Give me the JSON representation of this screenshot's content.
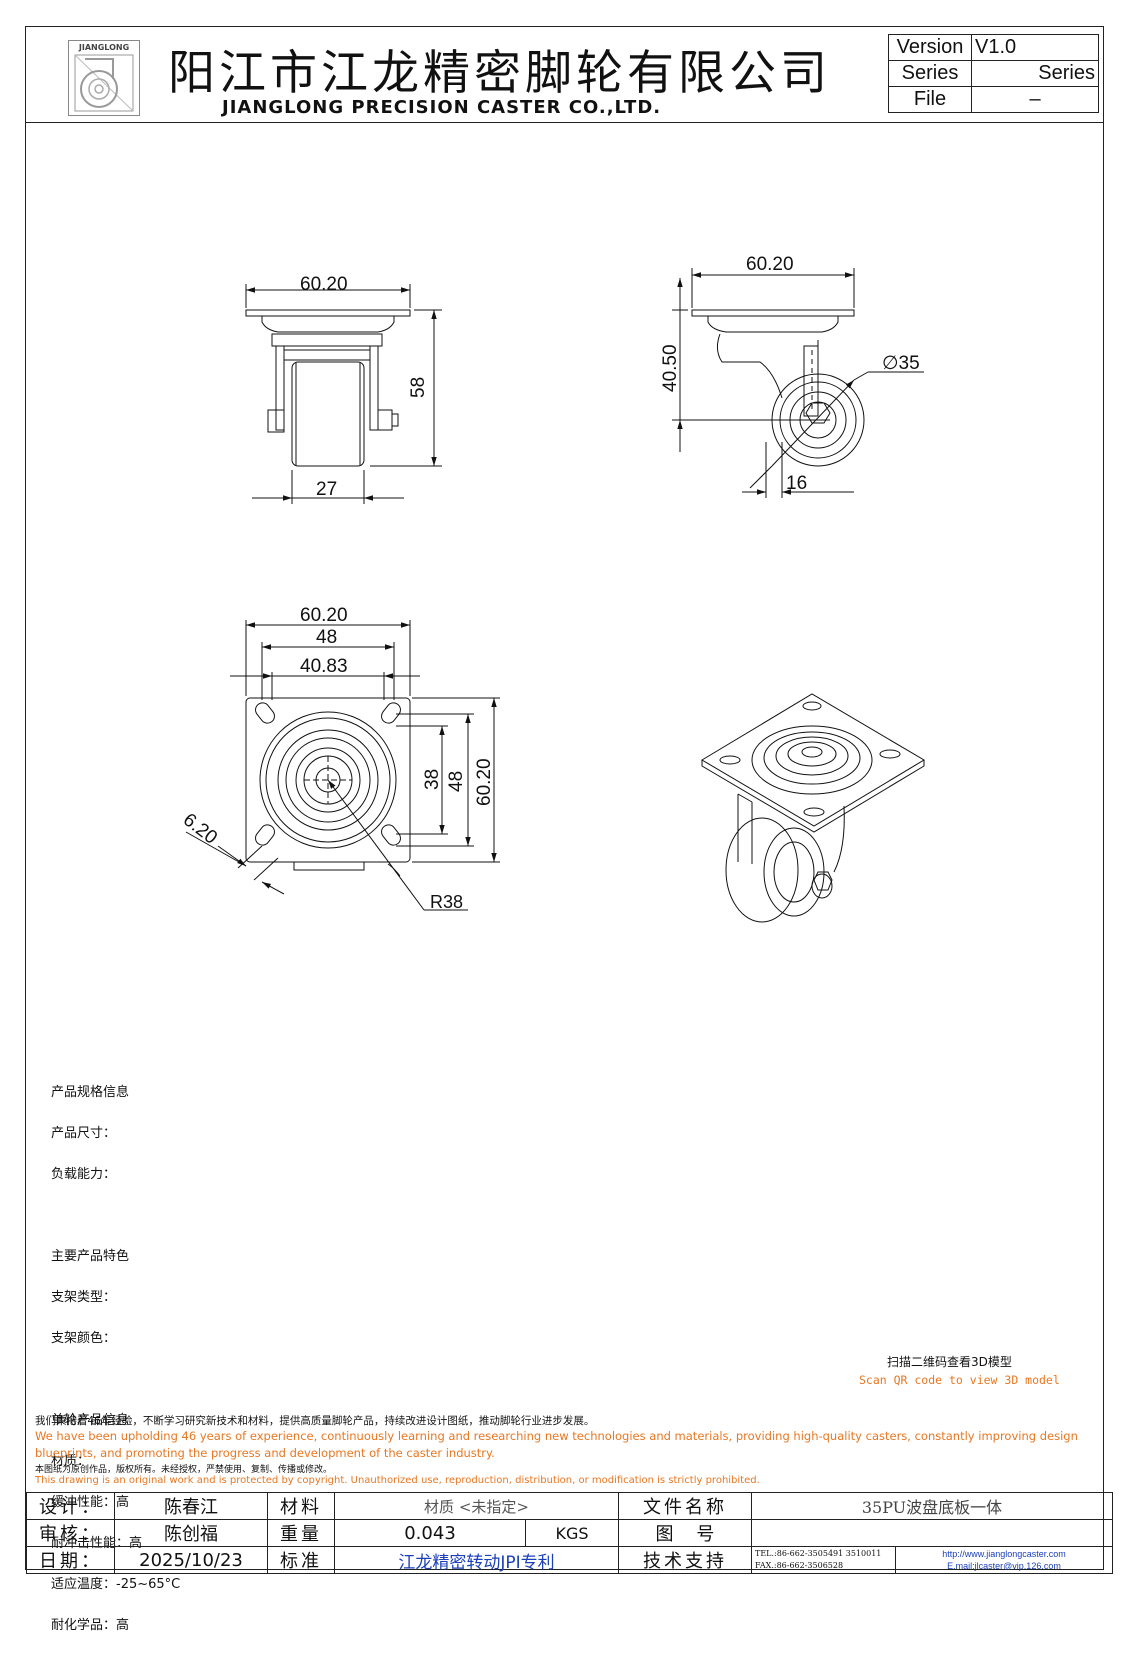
{
  "header": {
    "company_cn": "阳江市江龙精密脚轮有限公司",
    "company_en": "JIANGLONG PRECISION CASTER CO.,LTD.",
    "logo_text": "JIANGLONG",
    "version_label": "Version",
    "version_value": "V1.0",
    "series_label": "Series",
    "series_value": "Series",
    "file_label": "File",
    "file_value": "–"
  },
  "dimensions": {
    "front_width": "60.20",
    "front_height": "58",
    "front_wheel_width": "27",
    "side_width": "60.20",
    "side_height": "40.50",
    "wheel_diameter": "∅35",
    "side_offset": "16",
    "top_width": "60.20",
    "top_hole_spacing": "48",
    "top_hole_spacing_inner": "40.83",
    "top_v_38": "38",
    "top_v_48": "48",
    "top_v_60": "60.20",
    "slot_width": "6.20",
    "swivel_radius": "R38"
  },
  "specs": {
    "section1_title": "产品规格信息",
    "size": "产品尺寸：",
    "load": "负载能力：",
    "section2_title": "主要产品特色",
    "bracket_type": "支架类型：",
    "bracket_color": "支架颜色：",
    "section3_title": "单轮产品信息",
    "material": "材质：",
    "cushion": "缓冲性能：高",
    "impact": "耐冲击性能：高",
    "temperature": "适应温度：-25~65°C",
    "chemical": "耐化学品：高"
  },
  "qr": {
    "cn": "扫描二维码查看3D模型",
    "en": "Scan QR code to view 3D model"
  },
  "statement": {
    "cn1": "我们秉持着46年经验，不断学习研究新技术和材料，提供高质量脚轮产品，持续改进设计图纸，推动脚轮行业进步发展。",
    "en1a": "We have been upholding 46 years of experience, continuously learning and researching new technologies and materials, providing high-quality casters, constantly improving design",
    "en1b": "blueprints, and promoting the progress and development of the caster industry.",
    "cn2": "本图纸为原创作品，版权所有。未经授权，严禁使用、复制、传播或修改。",
    "en2": "This drawing is an original work and is protected by copyright. Unauthorized use, reproduction, distribution, or modification is strictly prohibited."
  },
  "title_block": {
    "design_label": "设计：",
    "design_value": "陈春江",
    "material_label": "材料",
    "material_value": "材质 <未指定>",
    "file_name_label": "文件名称",
    "file_name_value": "35PU波盘底板一体",
    "review_label": "审核：",
    "review_value": "陈创福",
    "weight_label": "重量",
    "weight_value": "0.043",
    "weight_unit": "KGS",
    "drawing_no_label": "图    号",
    "drawing_no_value": "",
    "date_label": "日期：",
    "date_value": "2025/10/23",
    "standard_label": "标准",
    "standard_value": "江龙精密转动JPI专利",
    "support_label": "技术支持",
    "tel": "TEL.:86-662-3505491 3510011",
    "fax": "FAX.:86-662-3506528",
    "website": "http://www.jianglongcaster.com",
    "email": "E.mail:jlcaster@vip.126.com"
  }
}
